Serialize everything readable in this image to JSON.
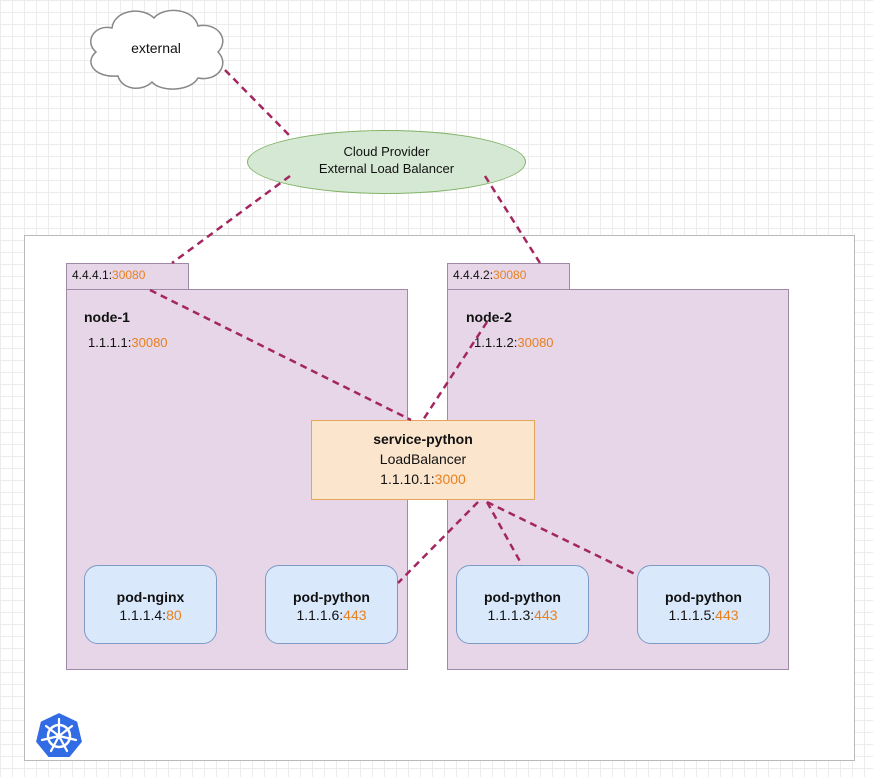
{
  "external": {
    "label": "external"
  },
  "load_balancer": {
    "line1": "Cloud Provider",
    "line2": "External Load Balancer"
  },
  "node1": {
    "external_ip": "4.4.4.1:",
    "external_port": "30080",
    "title": "node-1",
    "ip": "1.1.1.1:",
    "port": "30080"
  },
  "node2": {
    "external_ip": "4.4.4.2:",
    "external_port": "30080",
    "title": "node-2",
    "ip": "1.1.1.2:",
    "port": "30080"
  },
  "service": {
    "name": "service-python",
    "type": "LoadBalancer",
    "ip": "1.1.10.1:",
    "port": "3000"
  },
  "pods": [
    {
      "name": "pod-nginx",
      "ip": "1.1.1.4:",
      "port": "80"
    },
    {
      "name": "pod-python",
      "ip": "1.1.1.6:",
      "port": "443"
    },
    {
      "name": "pod-python",
      "ip": "1.1.1.3:",
      "port": "443"
    },
    {
      "name": "pod-python",
      "ip": "1.1.1.5:",
      "port": "443"
    }
  ],
  "colors": {
    "port_accent": "#e8801f",
    "connector": "#a3265f",
    "node_fill": "#e6d6e8",
    "service_fill": "#fbe5cd",
    "pod_fill": "#dae8fc",
    "lb_fill": "#d5e8d4",
    "k8s_blue": "#326ce5"
  },
  "icons": {
    "logo": "kubernetes-logo-icon",
    "external": "cloud-icon"
  }
}
